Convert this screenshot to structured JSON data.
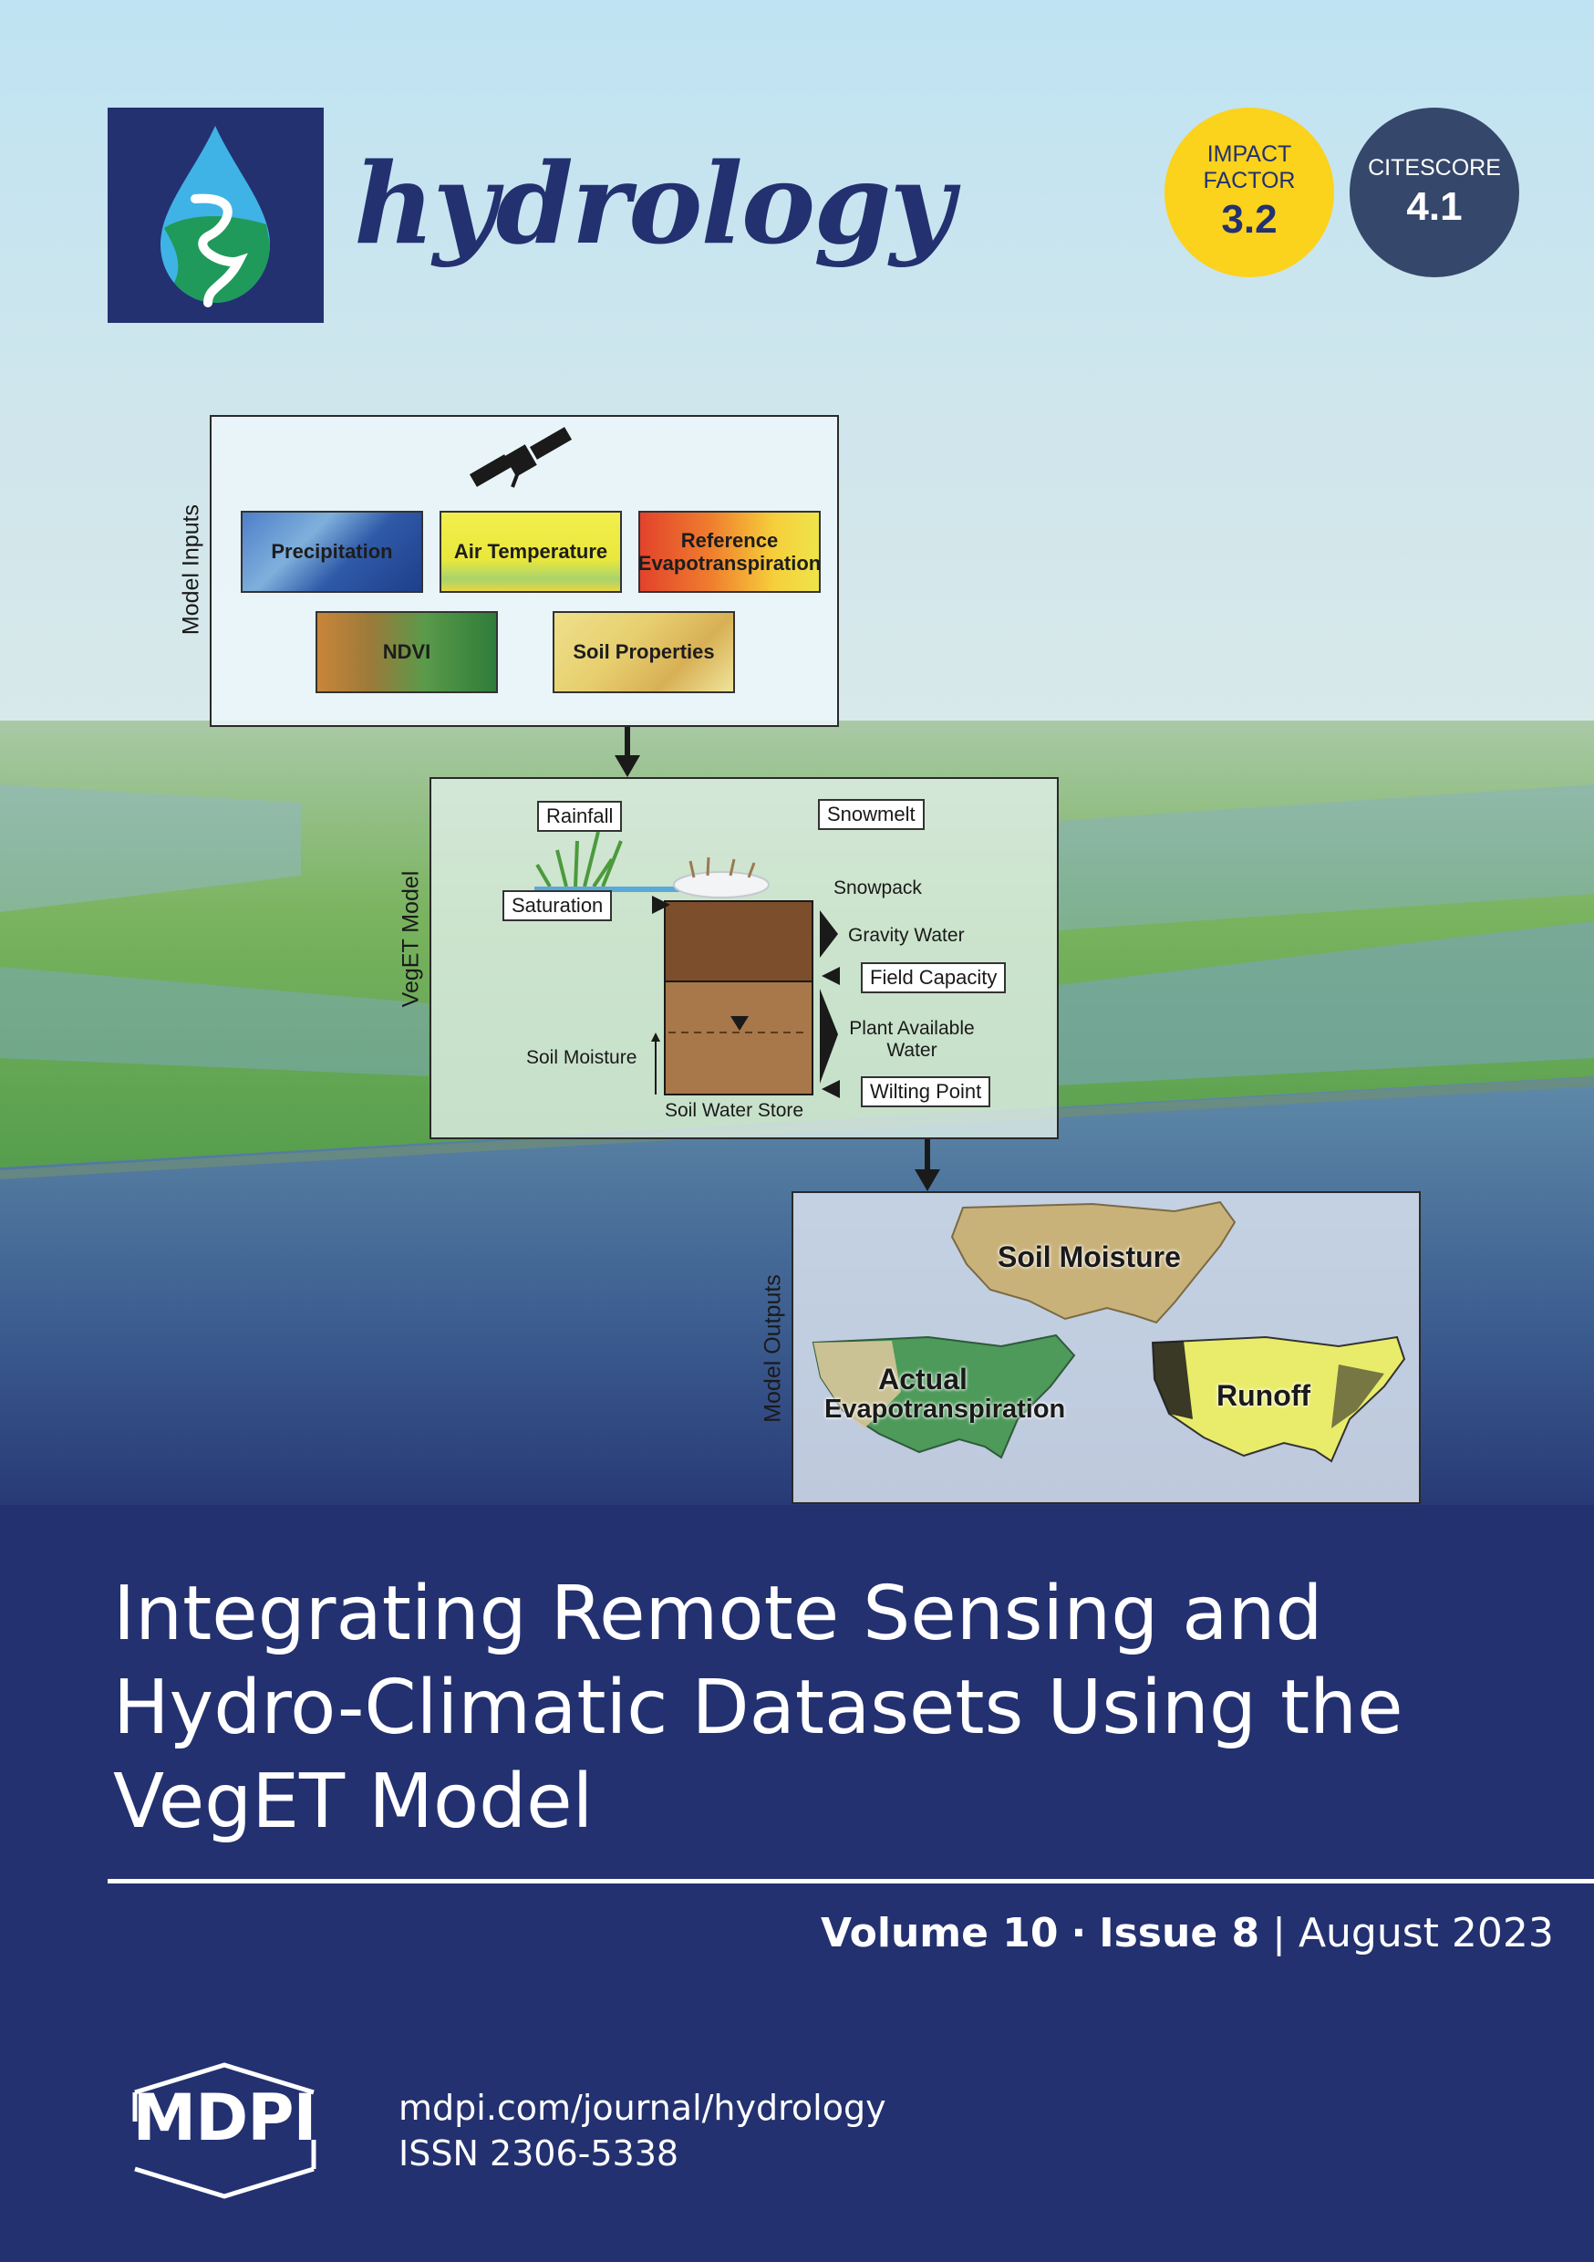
{
  "journal": {
    "name": "hydrology",
    "publisher": "MDPI",
    "url": "mdpi.com/journal/hydrology",
    "issn": "ISSN 2306-5338"
  },
  "badges": {
    "impact_factor": {
      "label_line1": "IMPACT",
      "label_line2": "FACTOR",
      "value": "3.2"
    },
    "citescore": {
      "label": "CITESCORE",
      "value": "4.1"
    }
  },
  "diagram": {
    "inputs": {
      "label": "Model Inputs",
      "tiles": [
        "Precipitation",
        "Air Temperature",
        "Reference",
        "Evapotranspiration",
        "NDVI",
        "Soil Properties"
      ]
    },
    "model": {
      "label": "VegET Model",
      "rainfall": "Rainfall",
      "snowmelt": "Snowmelt",
      "snowpack": "Snowpack",
      "saturation": "Saturation",
      "gravity_water": "Gravity Water",
      "field_capacity": "Field Capacity",
      "plant_available_1": "Plant Available",
      "plant_available_2": "Water",
      "wilting_point": "Wilting Point",
      "soil_moisture": "Soil Moisture",
      "soil_water_store": "Soil Water Store"
    },
    "outputs": {
      "label": "Model Outputs",
      "soil_moisture": "Soil Moisture",
      "aet_line1": "Actual",
      "aet_line2": "Evapotranspiration",
      "runoff": "Runoff"
    }
  },
  "article": {
    "title_line1": "Integrating Remote Sensing and",
    "title_line2": "Hydro-Climatic Datasets Using the",
    "title_line3": "VegET Model"
  },
  "issue": {
    "volume": "Volume 10",
    "separator": "·",
    "issue": "Issue 8",
    "divider": "|",
    "date": "August 2023"
  },
  "colors": {
    "navy": "#233170",
    "impact_yellow": "#fbd21c",
    "citescore_slate": "#35476a"
  }
}
